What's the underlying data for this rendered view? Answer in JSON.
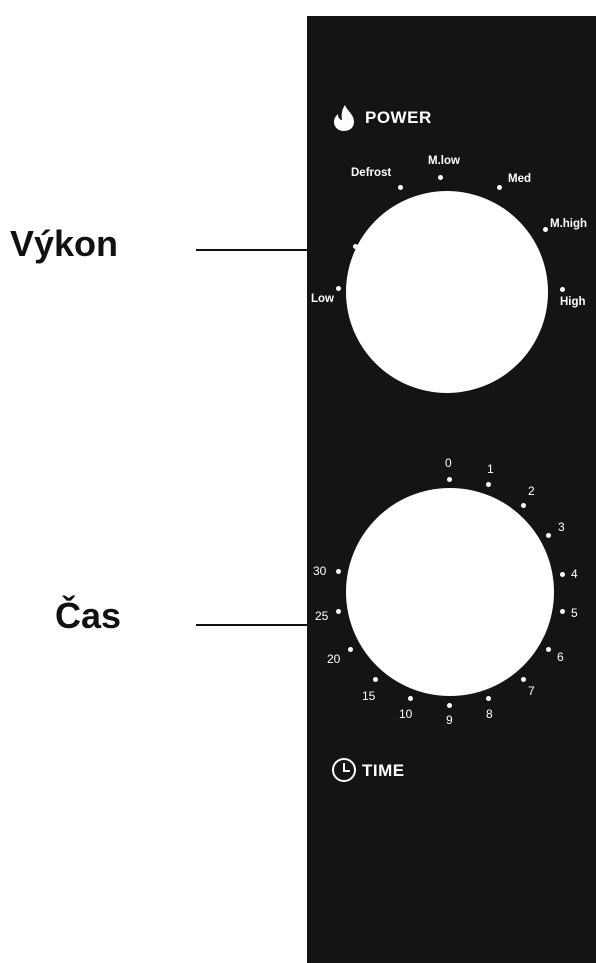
{
  "callouts": {
    "power_label": "Výkon",
    "time_label": "Čas"
  },
  "power": {
    "title": "POWER",
    "icon": "flame-icon",
    "positions": [
      "Low",
      "Defrost",
      "M.low",
      "Med",
      "M.high",
      "High"
    ]
  },
  "timer": {
    "title": "TIME",
    "icon": "clock-icon",
    "marks": [
      "0",
      "1",
      "2",
      "3",
      "4",
      "5",
      "6",
      "7",
      "8",
      "9",
      "10",
      "15",
      "20",
      "25",
      "30"
    ]
  },
  "colors": {
    "panel": "#141414",
    "knob": "#ffffff",
    "label_text": "#111111"
  }
}
